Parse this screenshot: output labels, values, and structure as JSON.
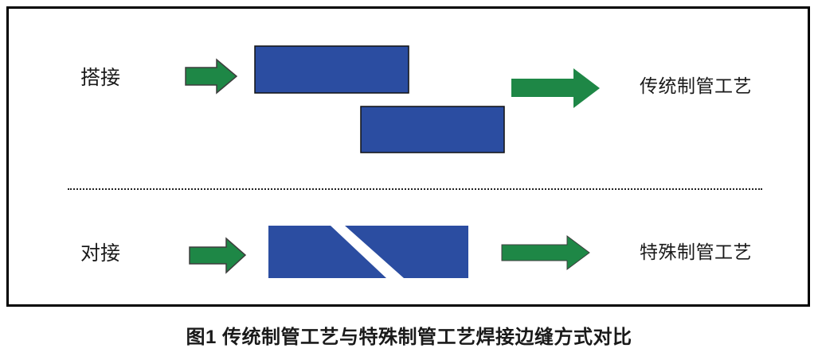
{
  "figure_box": {
    "rows": [
      {
        "joint_label": "搭接",
        "process_label": "传统制管工艺"
      },
      {
        "joint_label": "对接",
        "process_label": "特殊制管工艺"
      }
    ]
  },
  "caption": "图1  传统制管工艺与特殊制管工艺焊接边缝方式对比",
  "colors": {
    "plate_blue": "#2B4DA1",
    "plate_border": "#111111",
    "arrow_green": "#1E8746",
    "arrow_outline": "#3D3D3D",
    "divider_dots": "#222222",
    "box_border": "#000000",
    "text": "#1A1A1A"
  }
}
